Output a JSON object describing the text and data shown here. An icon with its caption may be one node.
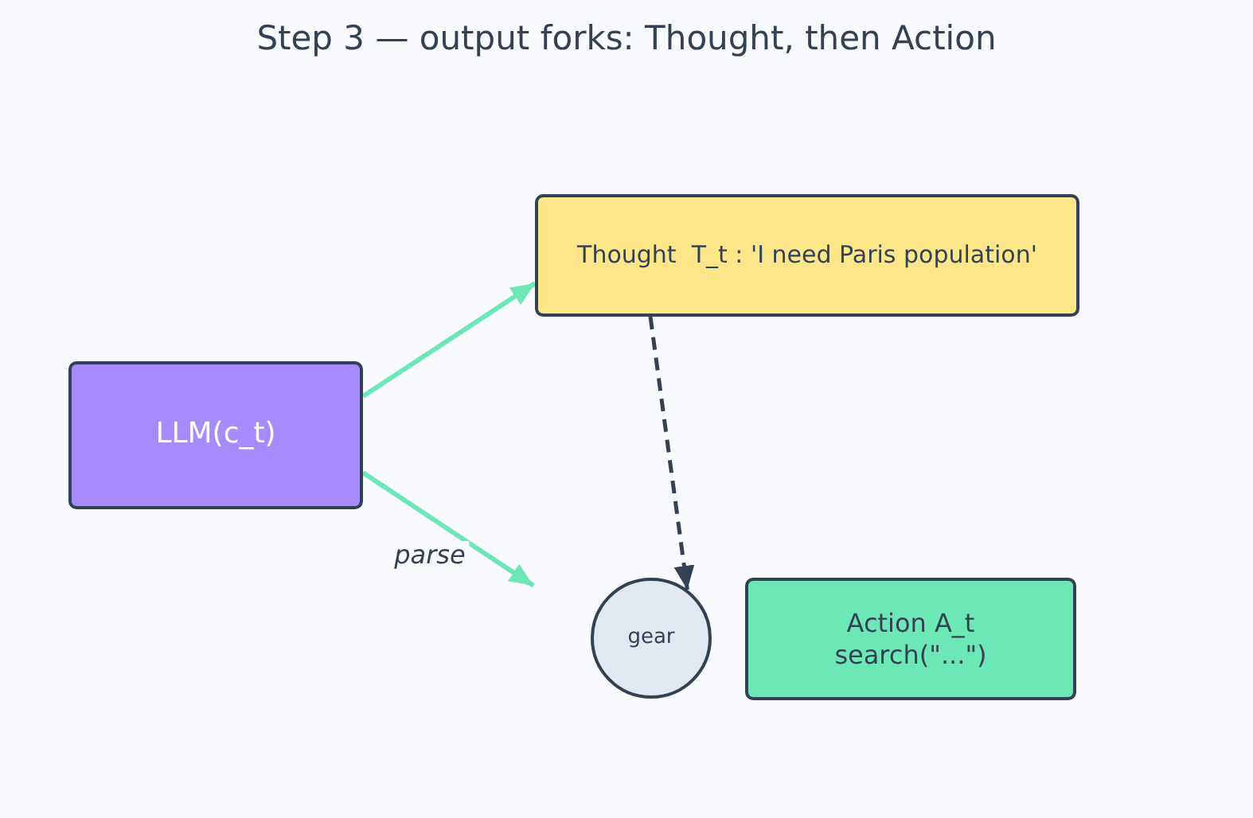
{
  "diagram": {
    "title": "Step 3 — output forks: Thought, then Action",
    "nodes": [
      {
        "text": [
          "LLM(c_t)"
        ]
      },
      {
        "text": [
          "Thought  T_t : 'I need Paris population'"
        ]
      },
      {
        "text": [
          "gear"
        ]
      },
      {
        "text": [
          "Action A_t search(\"...\")"
        ]
      }
    ],
    "edges": [
      {
        "from": 0,
        "to": 1,
        "arrow": "to"
      },
      {
        "from": 0,
        "to": null,
        "arrow": "to",
        "label": "parse"
      },
      {
        "from": 1,
        "to": 2,
        "arrow": "to",
        "style": "dashed",
        "color": "#334155"
      }
    ]
  }
}
